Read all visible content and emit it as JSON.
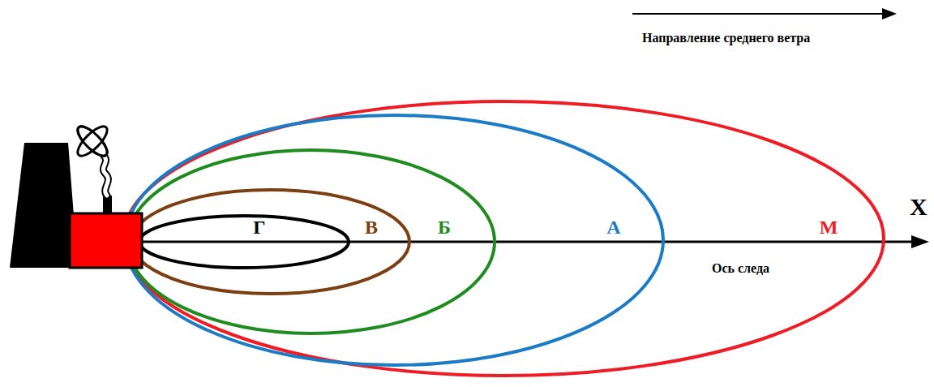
{
  "diagram": {
    "nodes": [
      {
        "text": [
          "М"
        ]
      },
      {
        "text": [
          "А"
        ],
        "in": 0
      },
      {
        "text": [
          "Б"
        ],
        "in": 1
      },
      {
        "text": [
          "В"
        ],
        "in": 2
      },
      {
        "text": [
          "Г"
        ],
        "in": 3
      }
    ],
    "labels": [
      "Направление среднего ветра",
      "X",
      "Ось следа"
    ]
  }
}
